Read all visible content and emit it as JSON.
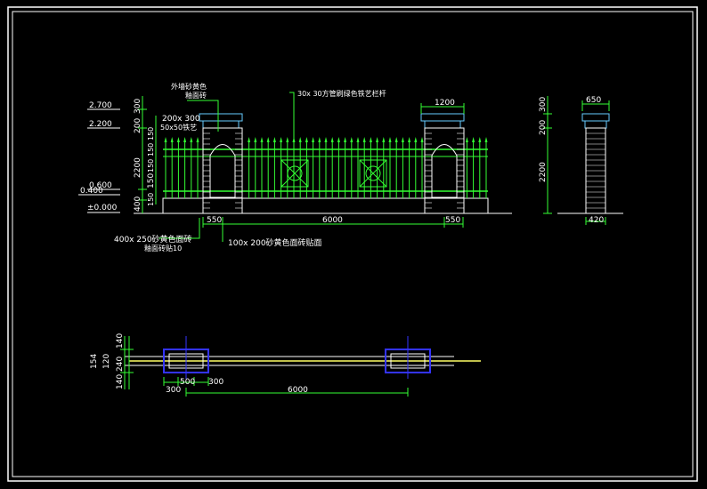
{
  "colors": {
    "background": "#000000",
    "frame": "#ffffff",
    "railing": "#33ff33",
    "pillar": "#ffffff",
    "cap": "#66ccff",
    "plan_pillar": "#3333ff",
    "dimension": "#33ff33",
    "text": "#ffffff"
  },
  "front_elevation": {
    "level_labels": [
      "2.700",
      "2.200",
      "0.600",
      "0.400",
      "±0.000"
    ],
    "vertical_dims": [
      "300",
      "200",
      "2200",
      "150",
      "400"
    ],
    "stacked_small_dims": [
      "150",
      "150",
      "150",
      "150"
    ],
    "bottom_dims": [
      "550",
      "6000",
      "550"
    ],
    "top_dim": "1200",
    "notes": {
      "pillar_top_a": "外墙砂黄色",
      "pillar_top_b": "釉面砖",
      "pillar_size_a": "200x 300",
      "pillar_size_b": "50x50铁艺",
      "railing": "30x 30方管刷绿色铁艺栏杆",
      "base_a": "400x 250砂黄色面砖",
      "base_b": "釉面砖贴10",
      "bottom_bar": "100x 200砂黄色面砖贴面"
    }
  },
  "side_elevation": {
    "top_dim": "650",
    "vertical_dims": [
      "300",
      "200",
      "2200"
    ],
    "bottom_dim": "420"
  },
  "plan": {
    "vertical_dims": [
      "140",
      "240",
      "140",
      "154",
      "120"
    ],
    "bottom_dims": [
      "300",
      "500",
      "300",
      "6000"
    ]
  }
}
